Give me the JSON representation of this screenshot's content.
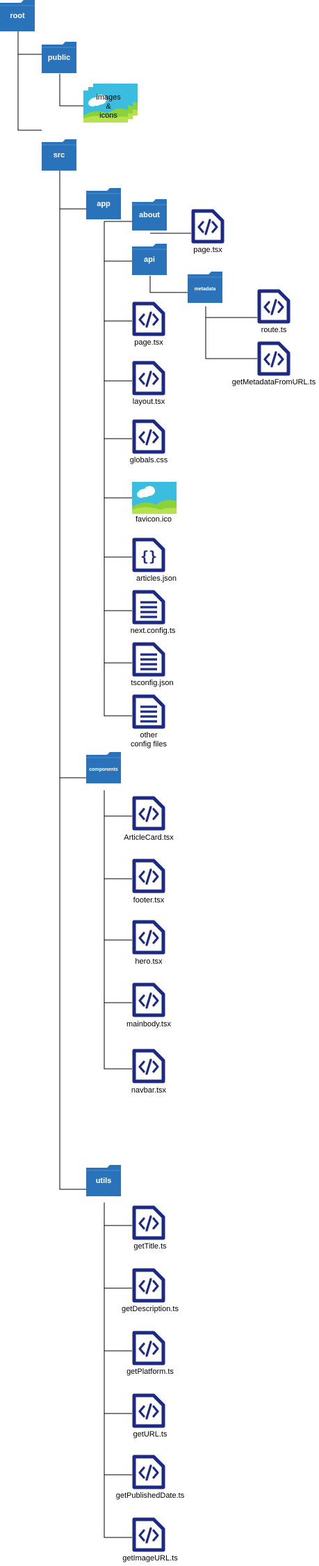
{
  "diagram": {
    "folders": {
      "root": "root",
      "public": "public",
      "src": "src",
      "app": "app",
      "about": "about",
      "api": "api",
      "metadata": "metadata",
      "components": "components",
      "utils": "utils"
    },
    "images_label": [
      "images",
      "&",
      "icons"
    ],
    "app_files": {
      "about_page": "page.tsx",
      "route": "route.ts",
      "get_metadata": "getMetadataFromURL.ts",
      "page": "page.tsx",
      "layout": "layout.tsx",
      "globals": "globals.css",
      "favicon": "favicon.ico",
      "articles": "articles.json",
      "next_config": "next.config.ts",
      "tsconfig": "tsconfig.json",
      "other_config": [
        "other",
        "config files"
      ]
    },
    "component_files": [
      "ArticleCard.tsx",
      "footer.tsx",
      "hero.tsx",
      "mainbody.tsx",
      "navbar.tsx"
    ],
    "util_files": [
      "getTitle.ts",
      "getDescription.ts",
      "getPlatform.ts",
      "getURL.ts",
      "getPublishedDate.ts",
      "getImageURL.ts"
    ],
    "colors": {
      "folder": "#2a73bb",
      "file_icon": "#1c2a86",
      "line": "#000000",
      "cloud_sky": "#3bbde0",
      "grass": "#8cd13a"
    }
  }
}
